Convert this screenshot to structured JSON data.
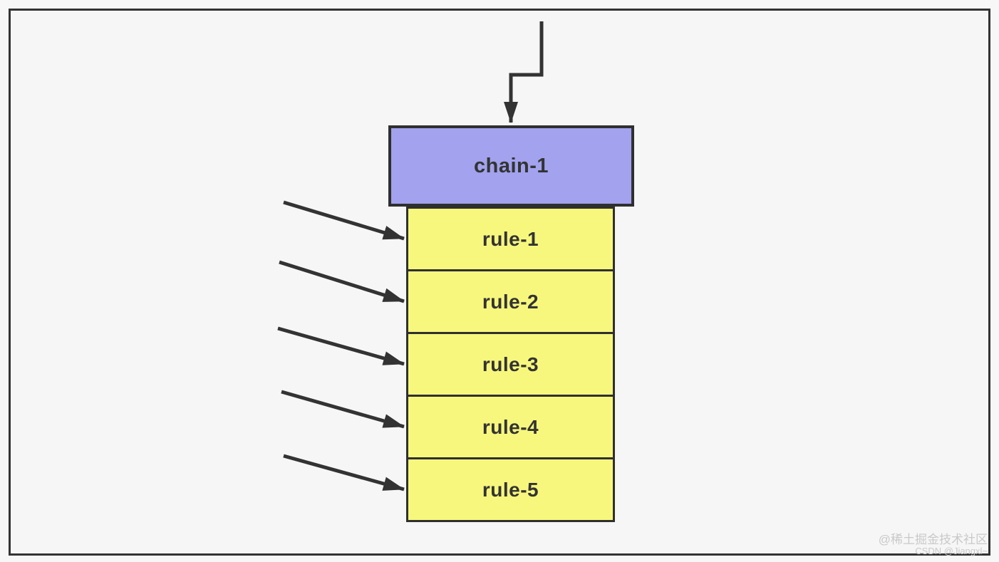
{
  "colors": {
    "background": "#f6f6f6",
    "frame_border": "#333333",
    "box_border": "#2f2f2f",
    "chain_fill": "#a2a2ee",
    "rule_fill": "#f7f77d",
    "arrow": "#333333",
    "text": "#333333",
    "watermark": "#c9c9c9"
  },
  "diagram": {
    "chain": {
      "label": "chain-1"
    },
    "rules": [
      {
        "label": "rule-1"
      },
      {
        "label": "rule-2"
      },
      {
        "label": "rule-3"
      },
      {
        "label": "rule-4"
      },
      {
        "label": "rule-5"
      }
    ]
  },
  "watermark": {
    "line1": "@稀土掘金技术社区",
    "line2": "CSDN @Jiangxl~"
  }
}
